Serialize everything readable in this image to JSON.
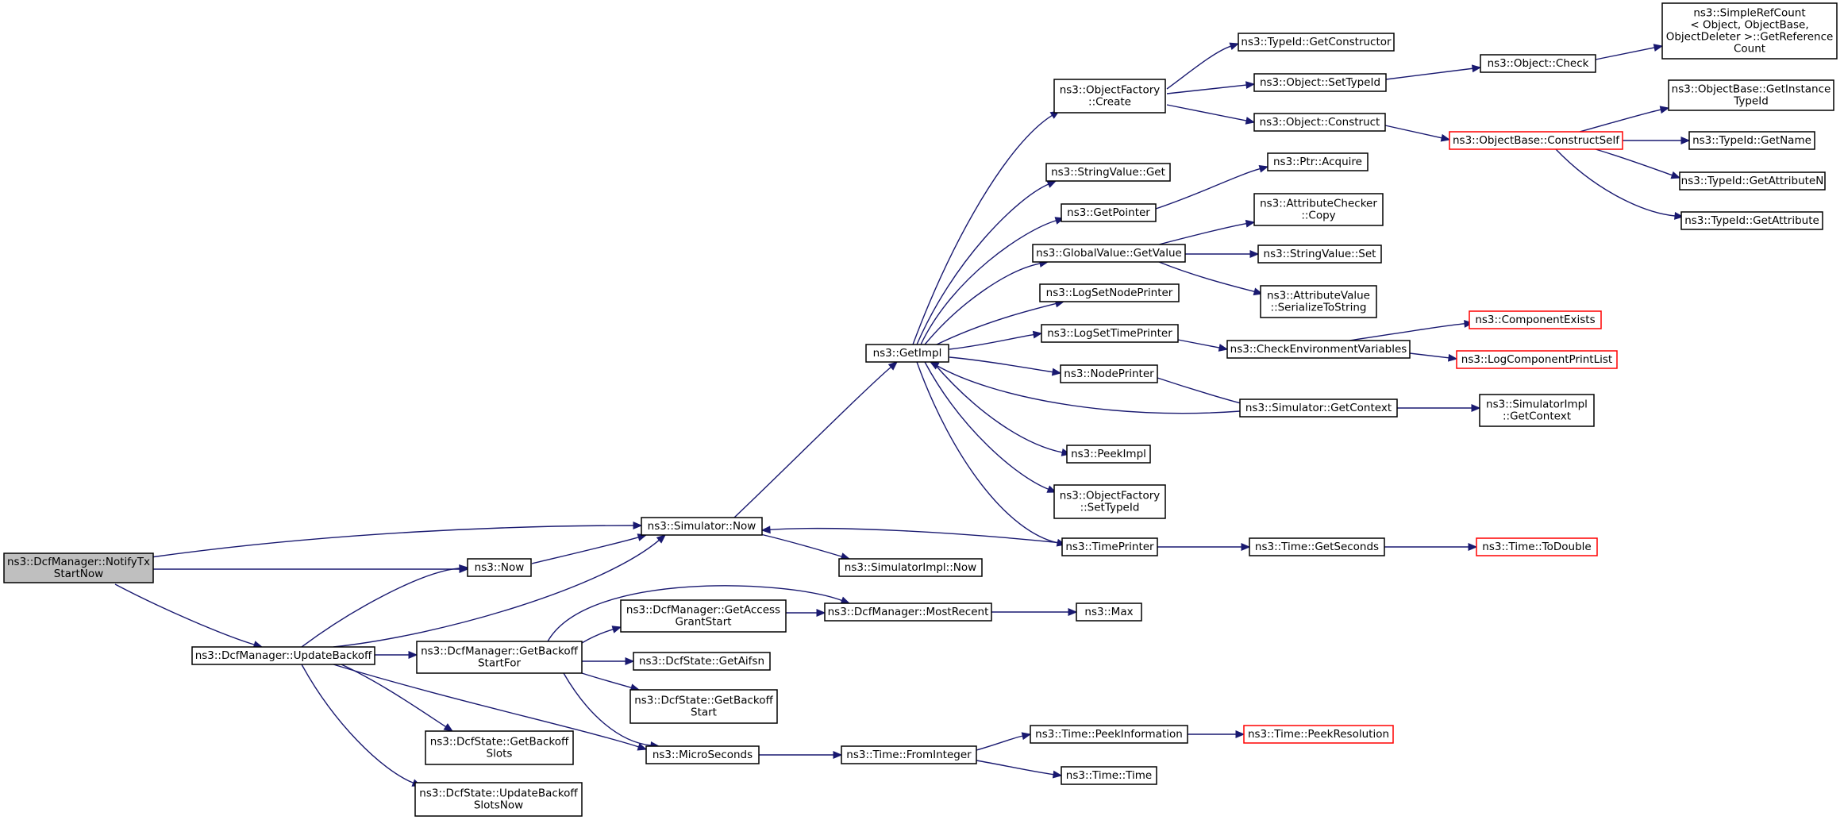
{
  "diagram": {
    "title": "",
    "colors": {
      "edge": "#191970",
      "node_border": "#000000",
      "node_fill": "#ffffff",
      "root_fill": "#bfbfbf",
      "truncated_border": "#ff0000",
      "text": "#000000"
    },
    "nodes": [
      {
        "id": "notify",
        "lines": [
          "ns3::DcfManager::NotifyTx",
          "StartNow"
        ],
        "style": "root"
      },
      {
        "id": "update_backoff",
        "lines": [
          "ns3::DcfManager::UpdateBackoff"
        ]
      },
      {
        "id": "now",
        "lines": [
          "ns3::Now"
        ]
      },
      {
        "id": "sim_now",
        "lines": [
          "ns3::Simulator::Now"
        ]
      },
      {
        "id": "get_impl",
        "lines": [
          "ns3::GetImpl"
        ]
      },
      {
        "id": "simimpl_now",
        "lines": [
          "ns3::SimulatorImpl::Now"
        ]
      },
      {
        "id": "of_create",
        "lines": [
          "ns3::ObjectFactory",
          "::Create"
        ]
      },
      {
        "id": "stringvalue_get",
        "lines": [
          "ns3::StringValue::Get"
        ]
      },
      {
        "id": "get_pointer",
        "lines": [
          "ns3::GetPointer"
        ]
      },
      {
        "id": "gv_getvalue",
        "lines": [
          "ns3::GlobalValue::GetValue"
        ]
      },
      {
        "id": "log_node_printer",
        "lines": [
          "ns3::LogSetNodePrinter"
        ]
      },
      {
        "id": "log_time_printer",
        "lines": [
          "ns3::LogSetTimePrinter"
        ]
      },
      {
        "id": "node_printer",
        "lines": [
          "ns3::NodePrinter"
        ]
      },
      {
        "id": "peek_impl",
        "lines": [
          "ns3::PeekImpl"
        ]
      },
      {
        "id": "of_settypeid",
        "lines": [
          "ns3::ObjectFactory",
          "::SetTypeId"
        ]
      },
      {
        "id": "time_printer",
        "lines": [
          "ns3::TimePrinter"
        ]
      },
      {
        "id": "typeid_getctor",
        "lines": [
          "ns3::TypeId::GetConstructor"
        ]
      },
      {
        "id": "obj_settypeid",
        "lines": [
          "ns3::Object::SetTypeId"
        ]
      },
      {
        "id": "obj_construct",
        "lines": [
          "ns3::Object::Construct"
        ]
      },
      {
        "id": "obj_check",
        "lines": [
          "ns3::Object::Check"
        ]
      },
      {
        "id": "refcount",
        "lines": [
          "ns3::SimpleRefCount",
          "< Object, ObjectBase,",
          "ObjectDeleter >::GetReference",
          "Count"
        ]
      },
      {
        "id": "ob_getinstance",
        "lines": [
          "ns3::ObjectBase::GetInstance",
          "TypeId"
        ]
      },
      {
        "id": "ob_constructself",
        "lines": [
          "ns3::ObjectBase::ConstructSelf"
        ],
        "style": "truncated"
      },
      {
        "id": "typeid_getname",
        "lines": [
          "ns3::TypeId::GetName"
        ]
      },
      {
        "id": "typeid_getattrn",
        "lines": [
          "ns3::TypeId::GetAttributeN"
        ]
      },
      {
        "id": "typeid_getattr",
        "lines": [
          "ns3::TypeId::GetAttribute"
        ]
      },
      {
        "id": "ptr_acquire",
        "lines": [
          "ns3::Ptr::Acquire"
        ]
      },
      {
        "id": "attr_checker_copy",
        "lines": [
          "ns3::AttributeChecker",
          "::Copy"
        ]
      },
      {
        "id": "stringvalue_set",
        "lines": [
          "ns3::StringValue::Set"
        ]
      },
      {
        "id": "attr_value_serialize",
        "lines": [
          "ns3::AttributeValue",
          "::SerializeToString"
        ]
      },
      {
        "id": "check_env",
        "lines": [
          "ns3::CheckEnvironmentVariables"
        ]
      },
      {
        "id": "component_exists",
        "lines": [
          "ns3::ComponentExists"
        ],
        "style": "truncated"
      },
      {
        "id": "log_component_print",
        "lines": [
          "ns3::LogComponentPrintList"
        ],
        "style": "truncated"
      },
      {
        "id": "sim_getcontext",
        "lines": [
          "ns3::Simulator::GetContext"
        ]
      },
      {
        "id": "simimpl_getcontext",
        "lines": [
          "ns3::SimulatorImpl",
          "::GetContext"
        ]
      },
      {
        "id": "time_getseconds",
        "lines": [
          "ns3::Time::GetSeconds"
        ]
      },
      {
        "id": "time_todouble",
        "lines": [
          "ns3::Time::ToDouble"
        ],
        "style": "truncated"
      },
      {
        "id": "get_access_grant",
        "lines": [
          "ns3::DcfManager::GetAccess",
          "GrantStart"
        ]
      },
      {
        "id": "most_recent",
        "lines": [
          "ns3::DcfManager::MostRecent"
        ]
      },
      {
        "id": "max",
        "lines": [
          "ns3::Max"
        ]
      },
      {
        "id": "get_backoff_start_for",
        "lines": [
          "ns3::DcfManager::GetBackoff",
          "StartFor"
        ]
      },
      {
        "id": "get_aifsn",
        "lines": [
          "ns3::DcfState::GetAifsn"
        ]
      },
      {
        "id": "get_backoff_start",
        "lines": [
          "ns3::DcfState::GetBackoff",
          "Start"
        ]
      },
      {
        "id": "get_backoff_slots",
        "lines": [
          "ns3::DcfState::GetBackoff",
          "Slots"
        ]
      },
      {
        "id": "update_backoff_slots_now",
        "lines": [
          "ns3::DcfState::UpdateBackoff",
          "SlotsNow"
        ]
      },
      {
        "id": "microseconds",
        "lines": [
          "ns3::MicroSeconds"
        ]
      },
      {
        "id": "time_from_integer",
        "lines": [
          "ns3::Time::FromInteger"
        ]
      },
      {
        "id": "time_peek_info",
        "lines": [
          "ns3::Time::PeekInformation"
        ]
      },
      {
        "id": "time_peek_res",
        "lines": [
          "ns3::Time::PeekResolution"
        ],
        "style": "truncated"
      },
      {
        "id": "time_time",
        "lines": [
          "ns3::Time::Time"
        ]
      }
    ],
    "edges": [
      [
        "notify",
        "sim_now"
      ],
      [
        "notify",
        "now"
      ],
      [
        "notify",
        "update_backoff"
      ],
      [
        "now",
        "sim_now"
      ],
      [
        "sim_now",
        "get_impl"
      ],
      [
        "sim_now",
        "simimpl_now"
      ],
      [
        "get_impl",
        "of_create"
      ],
      [
        "get_impl",
        "stringvalue_get"
      ],
      [
        "get_impl",
        "get_pointer"
      ],
      [
        "get_impl",
        "gv_getvalue"
      ],
      [
        "get_impl",
        "log_node_printer"
      ],
      [
        "get_impl",
        "log_time_printer"
      ],
      [
        "get_impl",
        "node_printer"
      ],
      [
        "get_impl",
        "peek_impl"
      ],
      [
        "get_impl",
        "of_settypeid"
      ],
      [
        "get_impl",
        "time_printer"
      ],
      [
        "of_create",
        "typeid_getctor"
      ],
      [
        "of_create",
        "obj_settypeid"
      ],
      [
        "of_create",
        "obj_construct"
      ],
      [
        "obj_settypeid",
        "obj_check"
      ],
      [
        "obj_check",
        "refcount"
      ],
      [
        "obj_construct",
        "ob_constructself"
      ],
      [
        "ob_constructself",
        "ob_getinstance"
      ],
      [
        "ob_constructself",
        "typeid_getname"
      ],
      [
        "ob_constructself",
        "typeid_getattrn"
      ],
      [
        "ob_constructself",
        "typeid_getattr"
      ],
      [
        "get_pointer",
        "ptr_acquire"
      ],
      [
        "gv_getvalue",
        "attr_checker_copy"
      ],
      [
        "gv_getvalue",
        "stringvalue_set"
      ],
      [
        "gv_getvalue",
        "attr_value_serialize"
      ],
      [
        "log_time_printer",
        "check_env"
      ],
      [
        "check_env",
        "component_exists"
      ],
      [
        "check_env",
        "log_component_print"
      ],
      [
        "node_printer",
        "sim_getcontext"
      ],
      [
        "sim_getcontext",
        "get_impl"
      ],
      [
        "sim_getcontext",
        "simimpl_getcontext"
      ],
      [
        "time_printer",
        "sim_now"
      ],
      [
        "time_printer",
        "time_getseconds"
      ],
      [
        "time_getseconds",
        "time_todouble"
      ],
      [
        "update_backoff",
        "now"
      ],
      [
        "update_backoff",
        "sim_now"
      ],
      [
        "update_backoff",
        "get_backoff_start_for"
      ],
      [
        "update_backoff",
        "get_backoff_slots"
      ],
      [
        "update_backoff",
        "update_backoff_slots_now"
      ],
      [
        "update_backoff",
        "microseconds"
      ],
      [
        "get_backoff_start_for",
        "get_access_grant"
      ],
      [
        "get_backoff_start_for",
        "most_recent"
      ],
      [
        "get_backoff_start_for",
        "get_aifsn"
      ],
      [
        "get_backoff_start_for",
        "get_backoff_start"
      ],
      [
        "get_backoff_start_for",
        "microseconds"
      ],
      [
        "get_access_grant",
        "most_recent"
      ],
      [
        "most_recent",
        "max"
      ],
      [
        "microseconds",
        "time_from_integer"
      ],
      [
        "time_from_integer",
        "time_peek_info"
      ],
      [
        "time_from_integer",
        "time_time"
      ],
      [
        "time_peek_info",
        "time_peek_res"
      ]
    ]
  }
}
